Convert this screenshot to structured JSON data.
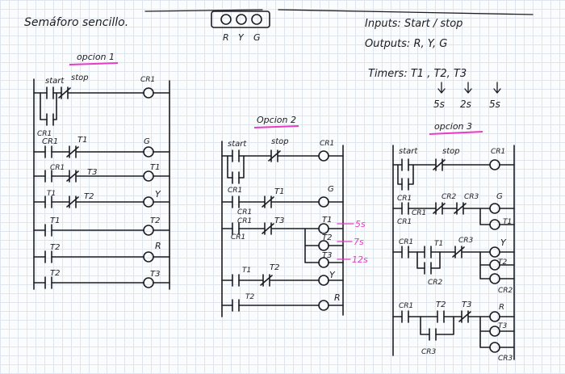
{
  "header": {
    "title": "Semáforo sencillo.",
    "lamp_labels": [
      "R",
      "Y",
      "G"
    ]
  },
  "spec": {
    "inputs": "Inputs: Start / stop",
    "outputs": "Outputs: R, Y, G",
    "timers": "Timers: T1 , T2, T3",
    "timer_values": [
      "5s",
      "2s",
      "5s"
    ]
  },
  "opcion1": {
    "title": "opcion 1",
    "r1": {
      "c1": "start",
      "c2": "stop",
      "coil": "CR1"
    },
    "r1_branch": "CR1",
    "r2": {
      "c1": "CR1",
      "c2": "T1",
      "coil": "G"
    },
    "r3": {
      "c1": "CR1",
      "c2": "T3",
      "coil": "T1"
    },
    "r4": {
      "c1": "T1",
      "c2": "T2",
      "coil": "Y"
    },
    "r5": {
      "c1": "T1",
      "coil": "T2"
    },
    "r6": {
      "c1": "T2",
      "coil": "R"
    },
    "r7": {
      "c1": "T2",
      "coil": "T3"
    }
  },
  "opcion2": {
    "title": "Opcion 2",
    "r1": {
      "c1": "start",
      "c2": "stop",
      "coil": "CR1"
    },
    "r1_branch": "CR1",
    "r2": {
      "c1": "CR1",
      "c2": "T1",
      "coil": "G"
    },
    "r3": {
      "c1": "CR1",
      "c1b": "CR1",
      "c2": "T3"
    },
    "timers": [
      {
        "name": "T1",
        "note": "5s"
      },
      {
        "name": "T2",
        "note": "7s"
      },
      {
        "name": "T3",
        "note": "12s"
      }
    ],
    "r4": {
      "c1": "T1",
      "c2": "T2",
      "coil": "Y"
    },
    "r5": {
      "c1": "T2",
      "coil": "R"
    }
  },
  "opcion3": {
    "title": "opcion 3",
    "r1": {
      "c1": "start",
      "c2": "stop",
      "coil": "CR1"
    },
    "r1_branch": "CR1",
    "r2": {
      "c1": "CR1",
      "c1b": "CR1",
      "c2": "CR2",
      "c3": "CR3",
      "coil": "G",
      "coil2": "T1"
    },
    "r3": {
      "c1": "CR1",
      "c2": "T1",
      "c3": "CR3",
      "branch": "CR2",
      "coil": "Y",
      "coil2": "T2",
      "coil3": "CR2"
    },
    "r4": {
      "c1": "CR1",
      "c2": "T2",
      "c3": "T3",
      "branch": "CR3",
      "coil": "R",
      "coil2": "T3",
      "coil3": "CR3"
    }
  }
}
